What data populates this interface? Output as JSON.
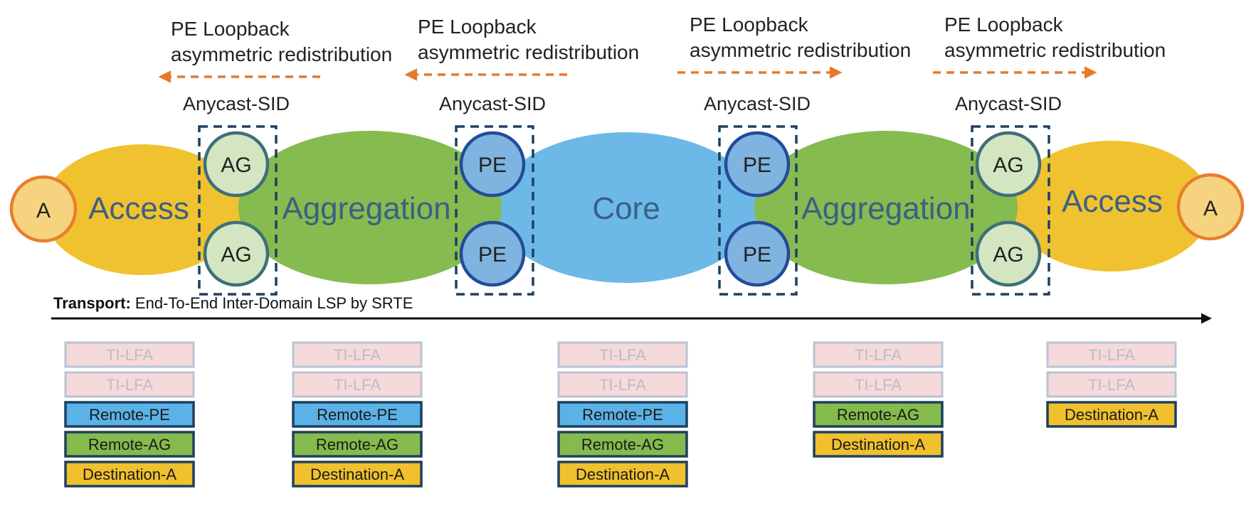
{
  "redistribution": [
    {
      "line1": "PE Loopback",
      "line2": "asymmetric redistribution",
      "direction": "left"
    },
    {
      "line1": "PE Loopback",
      "line2": "asymmetric redistribution",
      "direction": "left"
    },
    {
      "line1": "PE Loopback",
      "line2": "asymmetric redistribution",
      "direction": "right"
    },
    {
      "line1": "PE Loopback",
      "line2": "asymmetric redistribution",
      "direction": "right"
    }
  ],
  "anycast_label": "Anycast-SID",
  "domains": {
    "access_left": "Access",
    "aggregation_left": "Aggregation",
    "core": "Core",
    "aggregation_right": "Aggregation",
    "access_right": "Access"
  },
  "nodes": {
    "endpoint": "A",
    "ag": "AG",
    "pe": "PE"
  },
  "transport": {
    "bold": "Transport:",
    "text": " End-To-End Inter-Domain LSP by SRTE"
  },
  "label_stacks": [
    [
      "TI-LFA",
      "TI-LFA",
      "Remote-PE",
      "Remote-AG",
      "Destination-A"
    ],
    [
      "TI-LFA",
      "TI-LFA",
      "Remote-PE",
      "Remote-AG",
      "Destination-A"
    ],
    [
      "TI-LFA",
      "TI-LFA",
      "Remote-PE",
      "Remote-AG",
      "Destination-A"
    ],
    [
      "TI-LFA",
      "TI-LFA",
      "Remote-AG",
      "Destination-A"
    ],
    [
      "TI-LFA",
      "TI-LFA",
      "Destination-A"
    ]
  ],
  "label_styles": {
    "TI-LFA": {
      "fill": "#f6d9da",
      "stroke": "#b8c4d4",
      "text": "#b9bec6"
    },
    "Remote-PE": {
      "fill": "#5ab2e6",
      "stroke": "#1f3f60",
      "text": "#1a1a1a"
    },
    "Remote-AG": {
      "fill": "#84bb4c",
      "stroke": "#1f3f60",
      "text": "#1a1a1a"
    },
    "Destination-A": {
      "fill": "#f0c02e",
      "stroke": "#1f3f60",
      "text": "#1a1a1a"
    }
  },
  "colors": {
    "access": "#f0c22f",
    "aggregation": "#86bb4f",
    "core": "#6cb9e8",
    "ag_fill": "#d3e6c1",
    "ag_stroke": "#3e6f7a",
    "pe_fill": "#7fb4e0",
    "pe_stroke": "#244b99",
    "endpoint_fill": "#f6d37f",
    "endpoint_stroke": "#e87d2e",
    "redistribution_arrow": "#e57a2e",
    "anycast_box": "#1f3f60"
  }
}
